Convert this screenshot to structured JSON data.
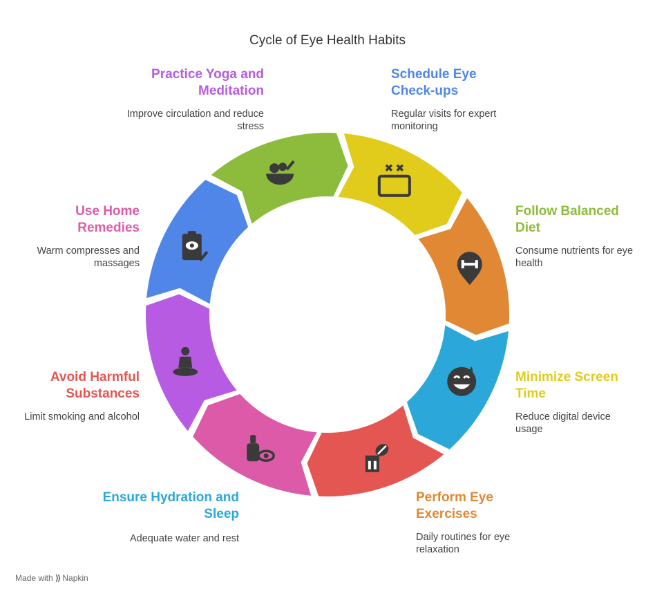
{
  "title": "Cycle of Eye Health Habits",
  "steps": [
    {
      "heading": "Schedule Eye Check-ups",
      "description": "Regular visits for expert monitoring",
      "color": "#4F86E8",
      "icon": "clipboard-eye-icon"
    },
    {
      "heading": "Follow Balanced Diet",
      "description": "Consume nutrients for eye health",
      "color": "#8DBB3B",
      "icon": "salad-bowl-icon"
    },
    {
      "heading": "Minimize Screen Time",
      "description": "Reduce digital device usage",
      "color": "#E1CB1B",
      "icon": "screen-close-icon"
    },
    {
      "heading": "Perform Eye Exercises",
      "description": "Daily routines for eye relaxation",
      "color": "#E08834",
      "icon": "eye-exercise-icon"
    },
    {
      "heading": "Ensure Hydration and Sleep",
      "description": "Adequate water and rest",
      "color": "#2BA8D9",
      "icon": "sweat-smile-icon"
    },
    {
      "heading": "Avoid Harmful Substances",
      "description": "Limit smoking and alcohol",
      "color": "#E35651",
      "icon": "no-smoking-icon"
    },
    {
      "heading": "Use Home Remedies",
      "description": "Warm compresses and massages",
      "color": "#DC5AA8",
      "icon": "bottle-eye-icon"
    },
    {
      "heading": "Practice Yoga and Meditation",
      "description": "Improve circulation and reduce stress",
      "color": "#B65BE2",
      "icon": "meditation-icon"
    }
  ],
  "footer": {
    "made_with": "Made with",
    "brand": "Napkin"
  }
}
